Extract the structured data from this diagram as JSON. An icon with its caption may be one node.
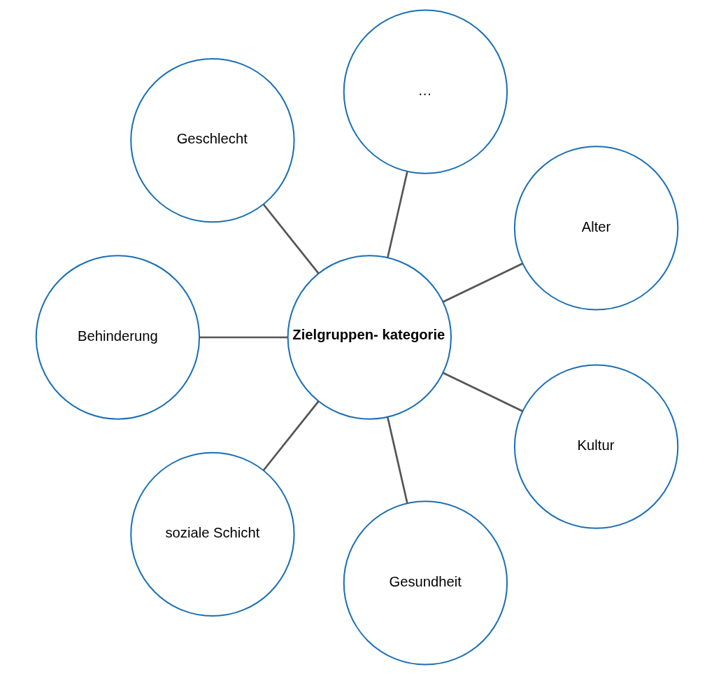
{
  "diagram": {
    "nodes": [
      {
        "text": [
          "Alter"
        ]
      },
      {
        "text": [
          "…"
        ]
      },
      {
        "text": [
          "Geschlecht"
        ]
      },
      {
        "text": [
          "Zielgruppen- kategorie"
        ]
      },
      {
        "text": [
          "Behinderung"
        ]
      },
      {
        "text": [
          "soziale Schicht"
        ]
      },
      {
        "text": [
          "Gesundheit"
        ]
      },
      {
        "text": [
          "Kultur"
        ]
      }
    ],
    "edges": [
      {
        "from": 3,
        "to": 0,
        "arrow": "none"
      },
      {
        "from": 3,
        "to": 2,
        "arrow": "none"
      },
      {
        "from": 3,
        "to": 5,
        "arrow": "none"
      },
      {
        "from": 3,
        "to": 6,
        "arrow": "none"
      },
      {
        "from": 3,
        "to": 7,
        "arrow": "none"
      },
      {
        "from": 3,
        "to": 4,
        "arrow": "none"
      },
      {
        "from": 3,
        "to": 1,
        "arrow": "none"
      }
    ]
  }
}
